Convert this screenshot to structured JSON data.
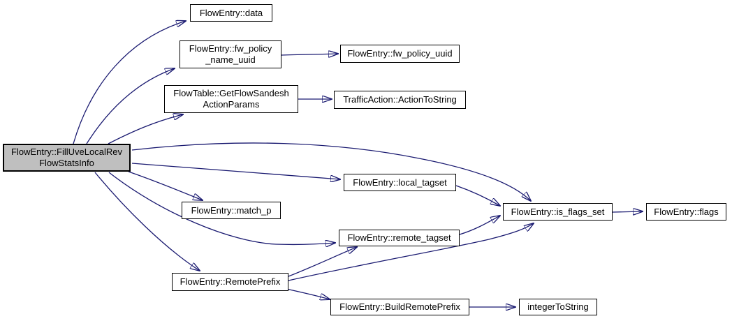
{
  "diagram": {
    "kind": "call-graph",
    "background_color": "#ffffff",
    "edge_color": "#191970",
    "node_border_color": "#000000",
    "node_fill_color": "#ffffff",
    "selected_node_fill_color": "#bfbfbf",
    "nodes": [
      {
        "id": "fill-uve-local-rev-flow-stats-info",
        "label": "FlowEntry::FillUveLocalRev\nFlowStatsInfo",
        "selected": true
      },
      {
        "id": "data",
        "label": "FlowEntry::data",
        "selected": false
      },
      {
        "id": "fw-policy-name-uuid",
        "label": "FlowEntry::fw_policy\n_name_uuid",
        "selected": false
      },
      {
        "id": "fw-policy-uuid",
        "label": "FlowEntry::fw_policy_uuid",
        "selected": false
      },
      {
        "id": "get-flow-sandesh-action-params",
        "label": "FlowTable::GetFlowSandesh\nActionParams",
        "selected": false
      },
      {
        "id": "action-to-string",
        "label": "TrafficAction::ActionToString",
        "selected": false
      },
      {
        "id": "local-tagset",
        "label": "FlowEntry::local_tagset",
        "selected": false
      },
      {
        "id": "is-flags-set",
        "label": "FlowEntry::is_flags_set",
        "selected": false
      },
      {
        "id": "flags",
        "label": "FlowEntry::flags",
        "selected": false
      },
      {
        "id": "match-p",
        "label": "FlowEntry::match_p",
        "selected": false
      },
      {
        "id": "remote-tagset",
        "label": "FlowEntry::remote_tagset",
        "selected": false
      },
      {
        "id": "remote-prefix",
        "label": "FlowEntry::RemotePrefix",
        "selected": false
      },
      {
        "id": "build-remote-prefix",
        "label": "FlowEntry::BuildRemotePrefix",
        "selected": false
      },
      {
        "id": "integer-to-string",
        "label": "integerToString",
        "selected": false
      }
    ],
    "edges": [
      {
        "from": "fill-uve-local-rev-flow-stats-info",
        "to": "data"
      },
      {
        "from": "fill-uve-local-rev-flow-stats-info",
        "to": "fw-policy-name-uuid"
      },
      {
        "from": "fill-uve-local-rev-flow-stats-info",
        "to": "get-flow-sandesh-action-params"
      },
      {
        "from": "fill-uve-local-rev-flow-stats-info",
        "to": "local-tagset"
      },
      {
        "from": "fill-uve-local-rev-flow-stats-info",
        "to": "is-flags-set"
      },
      {
        "from": "fill-uve-local-rev-flow-stats-info",
        "to": "match-p"
      },
      {
        "from": "fill-uve-local-rev-flow-stats-info",
        "to": "remote-tagset"
      },
      {
        "from": "fill-uve-local-rev-flow-stats-info",
        "to": "remote-prefix"
      },
      {
        "from": "fw-policy-name-uuid",
        "to": "fw-policy-uuid"
      },
      {
        "from": "get-flow-sandesh-action-params",
        "to": "action-to-string"
      },
      {
        "from": "local-tagset",
        "to": "is-flags-set"
      },
      {
        "from": "remote-tagset",
        "to": "is-flags-set"
      },
      {
        "from": "remote-prefix",
        "to": "remote-tagset"
      },
      {
        "from": "remote-prefix",
        "to": "is-flags-set"
      },
      {
        "from": "remote-prefix",
        "to": "build-remote-prefix"
      },
      {
        "from": "is-flags-set",
        "to": "flags"
      },
      {
        "from": "build-remote-prefix",
        "to": "integer-to-string"
      }
    ]
  }
}
